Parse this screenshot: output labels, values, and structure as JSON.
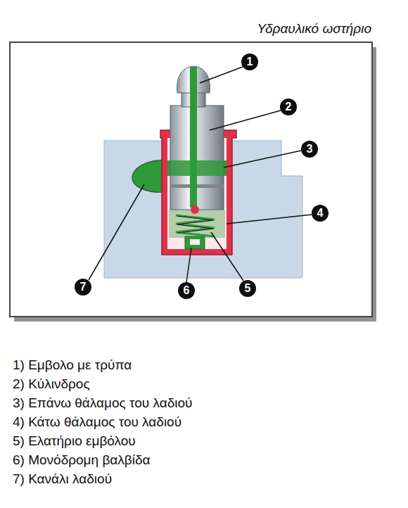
{
  "diagram": {
    "title": "Υδραυλικό ωστήριο",
    "labels": [
      "1",
      "2",
      "3",
      "4",
      "5",
      "6",
      "7",
      "1) Εμβολο με τρύπα",
      "2) Κύλινδρος",
      "3) Επάνω θάλαμος του λαδιού",
      "4) Κάτω θάλαμος του λαδιού",
      "5) Ελατήριο εμβόλου",
      "6) Μονόδρομη βαλβίδα",
      "7) Κανάλι λαδιού"
    ]
  }
}
